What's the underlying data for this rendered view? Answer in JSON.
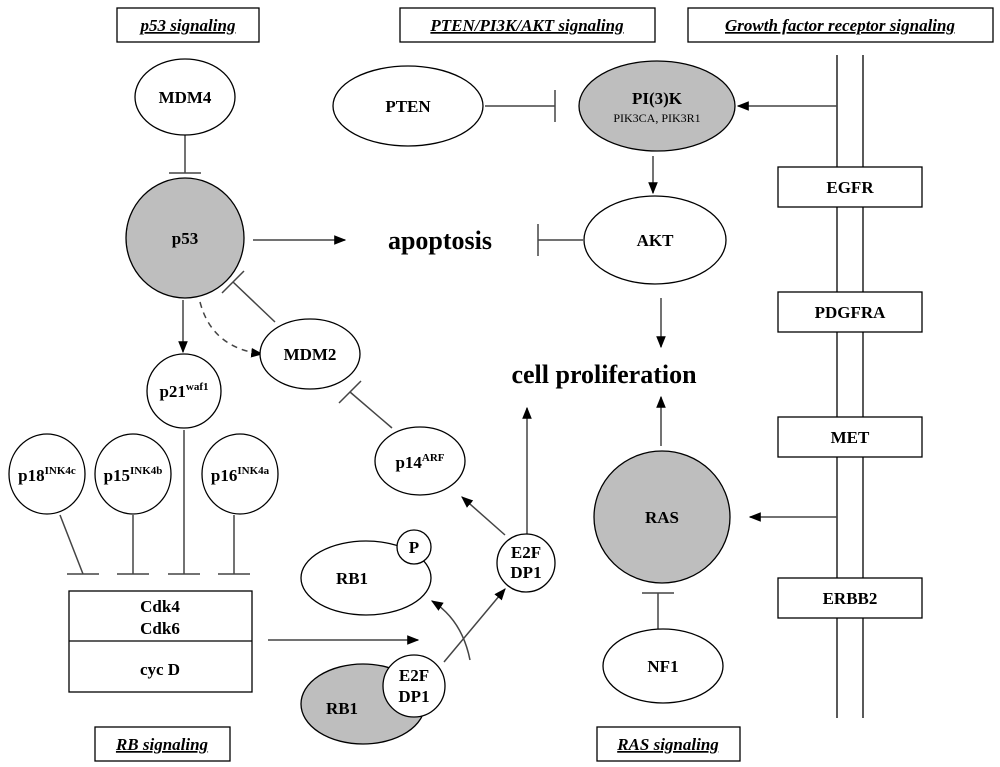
{
  "sections": {
    "p53": "p53 signaling",
    "pten": "PTEN/PI3K/AKT signaling",
    "growth": "Growth factor receptor signaling",
    "rb": "RB signaling",
    "ras": "RAS signaling"
  },
  "nodes": {
    "mdm4": "MDM4",
    "p53": "p53",
    "mdm2": "MDM2",
    "p21": "p21",
    "p21_sup": "waf1",
    "p18": "p18",
    "p18_sup": "INK4c",
    "p15": "p15",
    "p15_sup": "INK4b",
    "p16": "p16",
    "p16_sup": "INK4a",
    "p14": "p14",
    "p14_sup": "ARF",
    "cdk4": "Cdk4",
    "cdk6": "Cdk6",
    "cycd": "cyc D",
    "rb1_phos": "RB1",
    "phos": "P",
    "e2f": "E2F",
    "dp1": "DP1",
    "rb1_bound": "RB1",
    "pten": "PTEN",
    "pi3k": "PI(3)K",
    "pi3k_genes": "PIK3CA, PIK3R1",
    "akt": "AKT",
    "ras": "RAS",
    "nf1": "NF1",
    "egfr": "EGFR",
    "pdgfra": "PDGFRA",
    "met": "MET",
    "erbb2": "ERBB2"
  },
  "outcomes": {
    "apoptosis": "apoptosis",
    "proliferation": "cell proliferation"
  },
  "colors": {
    "highlight_fill": "#bebebe",
    "stroke": "#000000",
    "connector": "#444444"
  }
}
